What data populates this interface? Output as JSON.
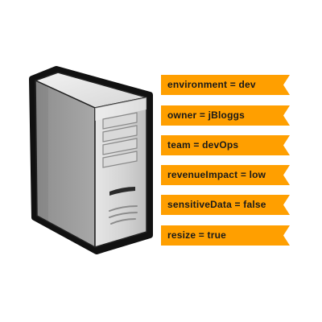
{
  "colors": {
    "tag_fill": "#ff9f00",
    "tag_text": "#1a1a1a",
    "server_body": "#c9c9c9",
    "server_outline": "#111111"
  },
  "server": {
    "icon": "server-tower-icon"
  },
  "tags": [
    {
      "label": "environment = dev"
    },
    {
      "label": "owner = jBloggs"
    },
    {
      "label": "team = devOps"
    },
    {
      "label": "revenueImpact = low"
    },
    {
      "label": "sensitiveData = false"
    },
    {
      "label": "resize = true"
    }
  ]
}
